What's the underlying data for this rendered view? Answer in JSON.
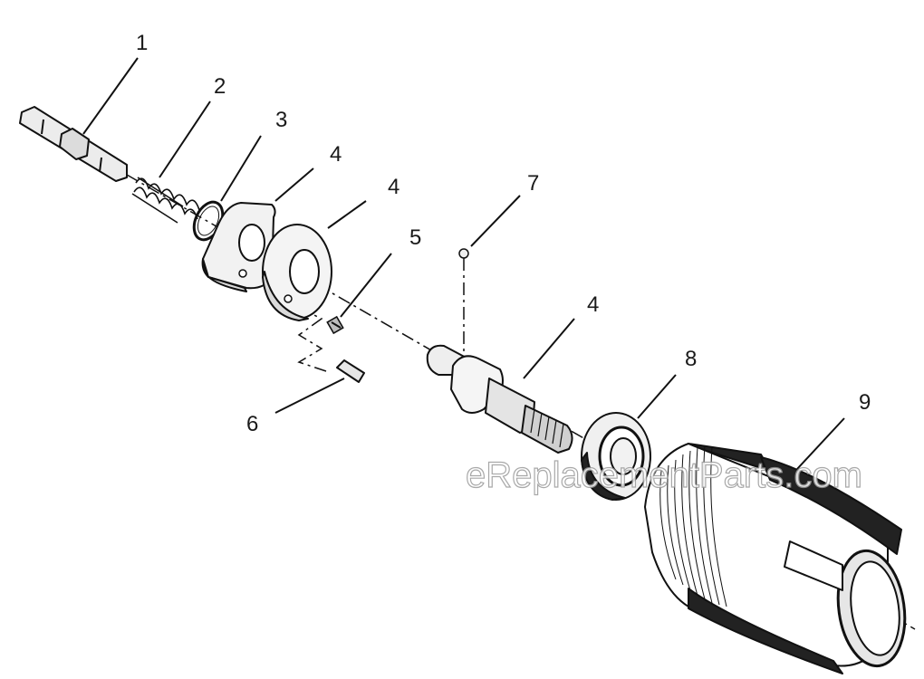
{
  "labels": {
    "p1": "1",
    "p2": "2",
    "p3": "3",
    "p4a": "4",
    "p4b": "4",
    "p4c": "4",
    "p5": "5",
    "p6": "6",
    "p7": "7",
    "p8": "8",
    "p9": "9"
  },
  "watermark": "eReplacementParts.com"
}
